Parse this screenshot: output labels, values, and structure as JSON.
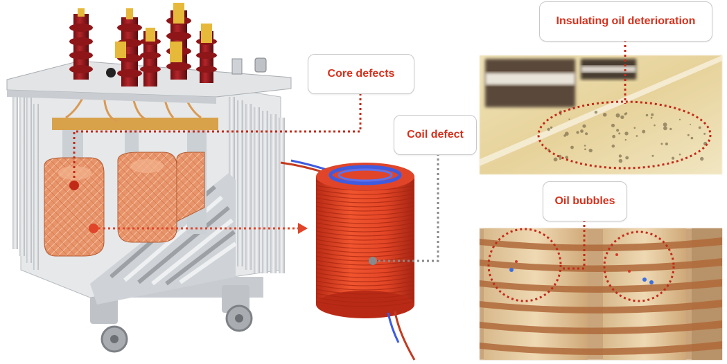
{
  "labels": {
    "core_defects": "Core defects",
    "coil_defect": "Coil defect",
    "insulating_oil_deterioration": "Insulating oil deterioration",
    "oil_bubbles": "Oil bubbles"
  },
  "colors": {
    "accent_red": "#d6311d",
    "dotted_red": "#c22a18",
    "dotted_gray": "#8a8a8a",
    "copper": "#e3895c",
    "coil_red": "#e0452a",
    "coil_blue": "#3f5be0",
    "bushing_red": "#8e1618",
    "tank_gray": "#d9dcdf"
  }
}
